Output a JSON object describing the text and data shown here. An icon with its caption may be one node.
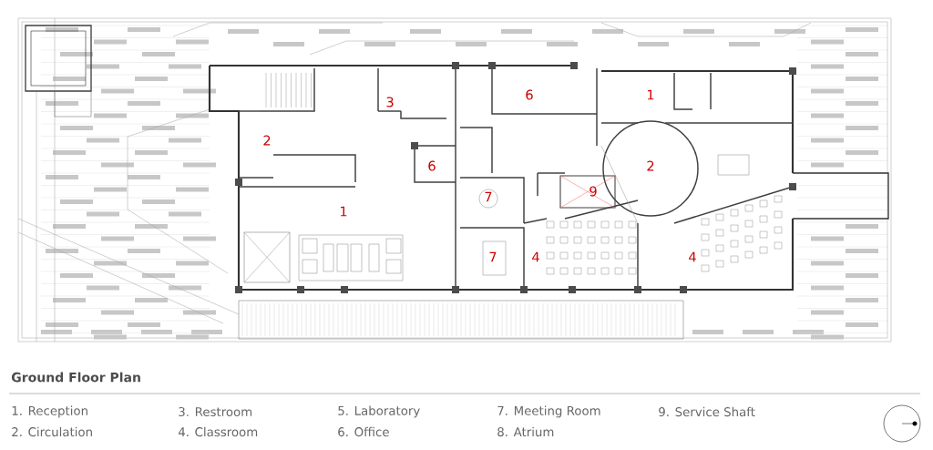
{
  "diagram": {
    "title": "Ground Floor Plan",
    "labels": [
      "3",
      "6",
      "1",
      "2",
      "6",
      "2",
      "7",
      "9",
      "1",
      "7",
      "4",
      "4",
      "1. Reception",
      "3. Restroom",
      "5. Laboratory",
      "7. Meeting Room",
      "9. Service Shaft",
      "2. Circulation",
      "4. Classroom",
      "6. Office",
      "8. Atrium"
    ]
  }
}
